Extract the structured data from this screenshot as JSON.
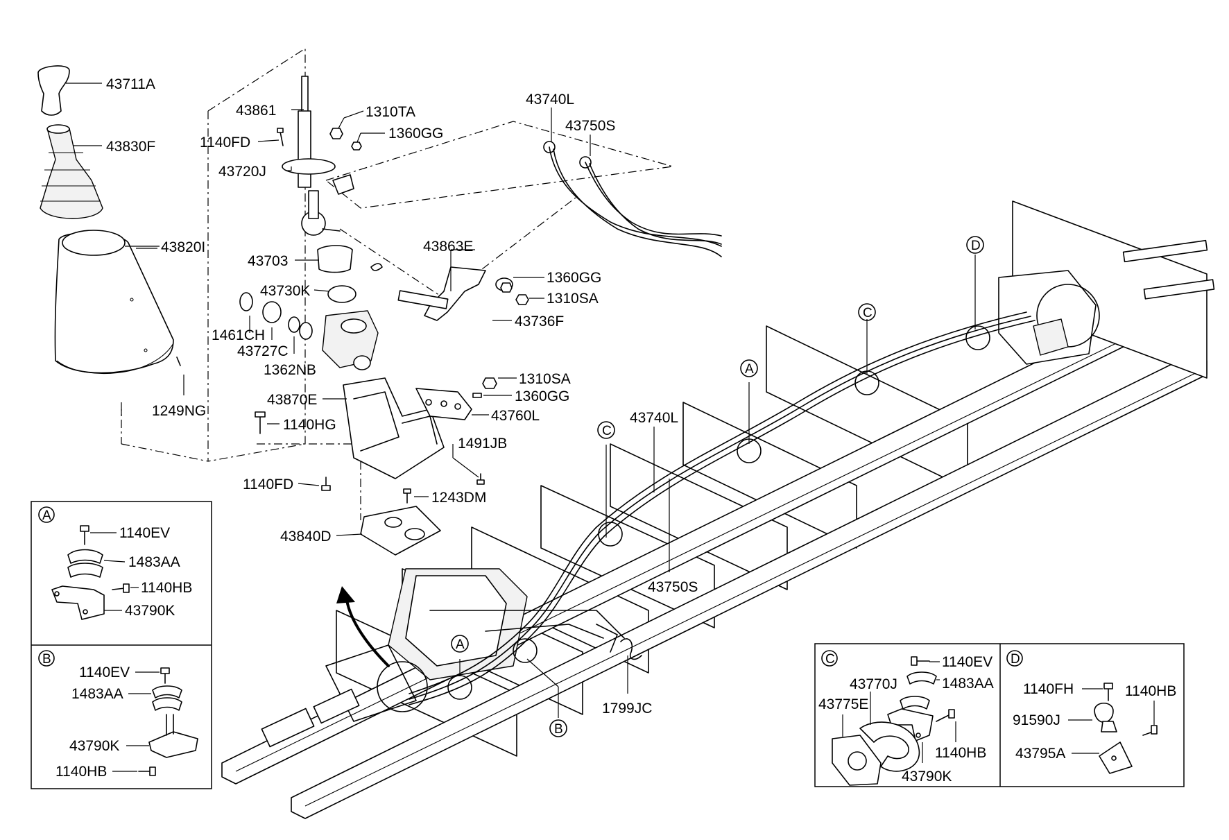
{
  "callouts": {
    "p43711A": "43711A",
    "p43830F": "43830F",
    "p43820I": "43820I",
    "p1249NG": "1249NG",
    "p43861": "43861",
    "p1140FD_top": "1140FD",
    "p43720J": "43720J",
    "p1310TA": "1310TA",
    "p1360GG_top": "1360GG",
    "p43740L_top": "43740L",
    "p43750S_top": "43750S",
    "p43863E": "43863E",
    "p1360GG_mid": "1360GG",
    "p1310SA_mid": "1310SA",
    "p43736F": "43736F",
    "p43703": "43703",
    "p43730K": "43730K",
    "p1461CH": "1461CH",
    "p43727C": "43727C",
    "p1362NB": "1362NB",
    "p1310SA_low": "1310SA",
    "p1360GG_low": "1360GG",
    "p43760L": "43760L",
    "p43870E": "43870E",
    "p1140HG": "1140HG",
    "p1491JB": "1491JB",
    "p1140FD_low": "1140FD",
    "p1243DM": "1243DM",
    "p43840D": "43840D",
    "p43740L_frame": "43740L",
    "p43750S_frame": "43750S",
    "p1799JC": "1799JC"
  },
  "markers": {
    "A": "A",
    "B": "B",
    "C": "C",
    "D": "D"
  },
  "detail_a": {
    "title": "A",
    "items": [
      "1140EV",
      "1483AA",
      "1140HB",
      "43790K"
    ]
  },
  "detail_b": {
    "title": "B",
    "items": [
      "1140EV",
      "1483AA",
      "43790K",
      "1140HB"
    ]
  },
  "detail_c": {
    "title": "C",
    "items": [
      "1140EV",
      "1483AA",
      "43770J",
      "43775E",
      "1140HB",
      "43790K"
    ]
  },
  "detail_d": {
    "title": "D",
    "items": [
      "1140FH",
      "1140HB",
      "91590J",
      "43795A"
    ]
  }
}
